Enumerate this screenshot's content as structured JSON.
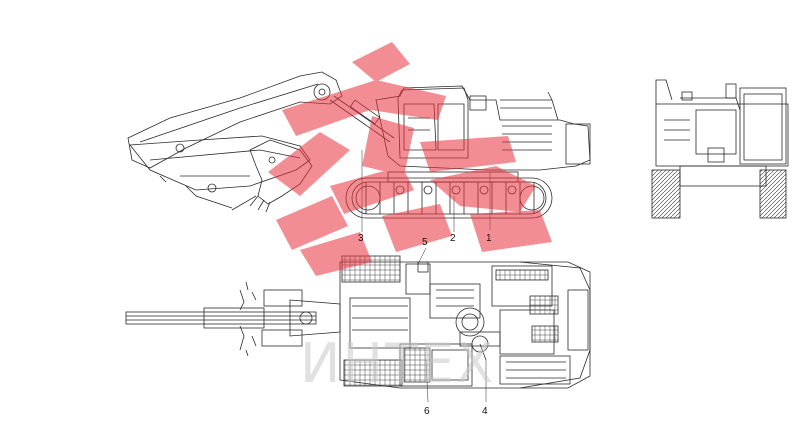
{
  "callouts": [
    {
      "id": "1",
      "label": "1"
    },
    {
      "id": "2",
      "label": "2"
    },
    {
      "id": "3",
      "label": "3"
    },
    {
      "id": "4",
      "label": "4"
    },
    {
      "id": "5",
      "label": "5"
    },
    {
      "id": "6",
      "label": "6"
    }
  ],
  "watermark": {
    "text": "ИНТЕХ",
    "color": "#e8323c"
  },
  "colors": {
    "line": "#2a2a2a",
    "watermark_gray": "#c9c9c9"
  }
}
